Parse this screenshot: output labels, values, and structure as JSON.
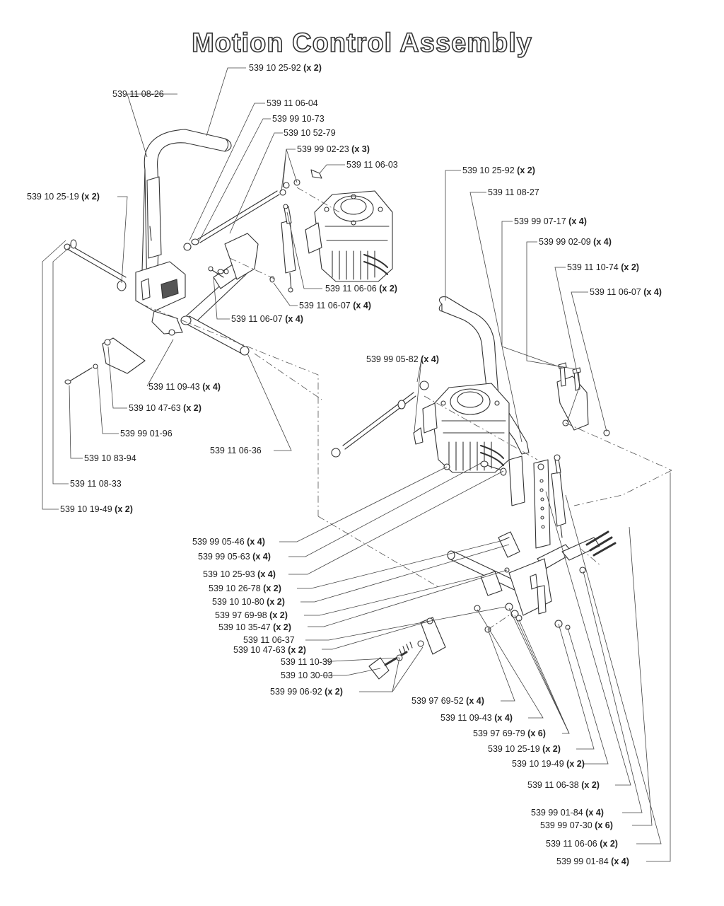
{
  "title": "Motion Control Assembly",
  "labels": [
    {
      "id": "l01",
      "part": "539 10 25-92",
      "qty": "(x 2)"
    },
    {
      "id": "l02",
      "part": "539 11 08-26",
      "qty": ""
    },
    {
      "id": "l03",
      "part": "539 11 06-04",
      "qty": ""
    },
    {
      "id": "l04",
      "part": "539 99 10-73",
      "qty": ""
    },
    {
      "id": "l05",
      "part": "539 10 52-79",
      "qty": ""
    },
    {
      "id": "l06",
      "part": "539 99 02-23",
      "qty": "(x 3)"
    },
    {
      "id": "l07",
      "part": "539 11 06-03",
      "qty": ""
    },
    {
      "id": "l08",
      "part": "539 10 25-19",
      "qty": "(x 2)"
    },
    {
      "id": "l09",
      "part": "539 11 06-06",
      "qty": "(x 2)"
    },
    {
      "id": "l10",
      "part": "539 11 06-07",
      "qty": "(x 4)"
    },
    {
      "id": "l11",
      "part": "539 11 06-07",
      "qty": "(x 4)"
    },
    {
      "id": "l12",
      "part": "539 11 09-43",
      "qty": "(x 4)"
    },
    {
      "id": "l13",
      "part": "539 10 47-63",
      "qty": "(x 2)"
    },
    {
      "id": "l14",
      "part": "539 99 01-96",
      "qty": ""
    },
    {
      "id": "l15",
      "part": "539 11 06-36",
      "qty": ""
    },
    {
      "id": "l16",
      "part": "539 10 83-94",
      "qty": ""
    },
    {
      "id": "l17",
      "part": "539 11 08-33",
      "qty": ""
    },
    {
      "id": "l18",
      "part": "539 10 19-49",
      "qty": "(x 2)"
    },
    {
      "id": "l19",
      "part": "539 10 25-92",
      "qty": "(x 2)"
    },
    {
      "id": "l20",
      "part": "539 11 08-27",
      "qty": ""
    },
    {
      "id": "l21",
      "part": "539 99 07-17",
      "qty": "(x 4)"
    },
    {
      "id": "l22",
      "part": "539 99 02-09",
      "qty": "(x 4)"
    },
    {
      "id": "l23",
      "part": "539 11 10-74",
      "qty": "(x 2)"
    },
    {
      "id": "l24",
      "part": "539 11 06-07",
      "qty": "(x 4)"
    },
    {
      "id": "l25",
      "part": "539 99 05-82",
      "qty": "(x 4)"
    },
    {
      "id": "l26",
      "part": "539 99 05-46",
      "qty": "(x 4)"
    },
    {
      "id": "l27",
      "part": "539 99 05-63",
      "qty": "(x 4)"
    },
    {
      "id": "l28",
      "part": "539 10 25-93",
      "qty": "(x 4)"
    },
    {
      "id": "l29",
      "part": "539 10 26-78",
      "qty": "(x 2)"
    },
    {
      "id": "l30",
      "part": "539 10 10-80",
      "qty": "(x 2)"
    },
    {
      "id": "l31",
      "part": "539 97 69-98",
      "qty": "(x 2)"
    },
    {
      "id": "l32",
      "part": "539 10 35-47",
      "qty": "(x 2)"
    },
    {
      "id": "l33",
      "part": "539 11 06-37",
      "qty": ""
    },
    {
      "id": "l34",
      "part": "539 10 47-63",
      "qty": "(x 2)"
    },
    {
      "id": "l35",
      "part": "539 11 10-39",
      "qty": ""
    },
    {
      "id": "l36",
      "part": "539 10 30-03",
      "qty": ""
    },
    {
      "id": "l37",
      "part": "539 99 06-92",
      "qty": "(x 2)"
    },
    {
      "id": "l38",
      "part": "539 97 69-52",
      "qty": "(x 4)"
    },
    {
      "id": "l39",
      "part": "539 11 09-43",
      "qty": "(x 4)"
    },
    {
      "id": "l40",
      "part": "539 97 69-79",
      "qty": "(x 6)"
    },
    {
      "id": "l41",
      "part": "539 10 25-19",
      "qty": "(x 2)"
    },
    {
      "id": "l42",
      "part": "539 10 19-49",
      "qty": "(x 2)"
    },
    {
      "id": "l43",
      "part": "539 11 06-38",
      "qty": "(x 2)"
    },
    {
      "id": "l44",
      "part": "539 99 01-84",
      "qty": "(x 4)"
    },
    {
      "id": "l45",
      "part": "539 99 07-30",
      "qty": "(x 6)"
    },
    {
      "id": "l46",
      "part": "539 11 06-06",
      "qty": "(x 2)"
    },
    {
      "id": "l47",
      "part": "539 99 01-84",
      "qty": "(x 4)"
    }
  ]
}
